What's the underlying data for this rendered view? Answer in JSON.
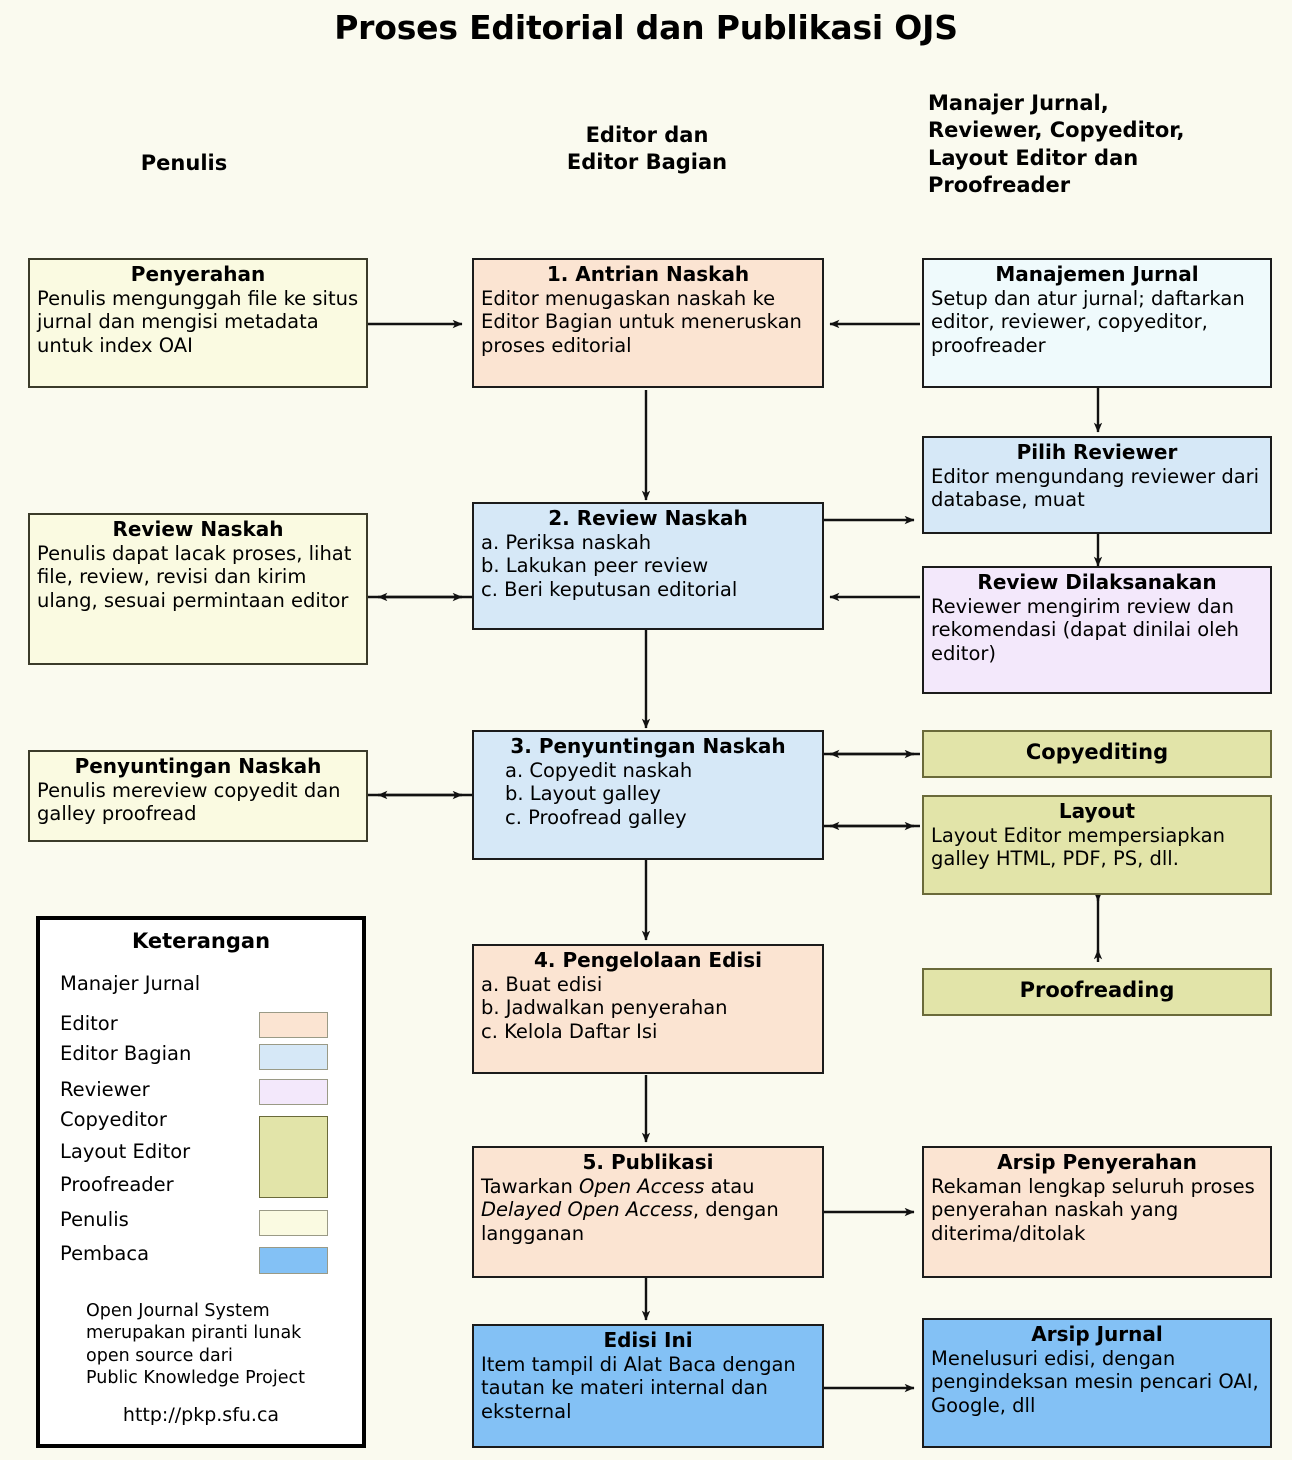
{
  "title": "Proses Editorial dan Publikasi OJS",
  "columns": {
    "author": "Penulis",
    "editor": "Editor dan\nEditor Bagian",
    "editor_l1": "Editor dan",
    "editor_l2": "Editor Bagian",
    "others_l1": "Manajer Jurnal,",
    "others_l2": "Reviewer, Copyeditor,",
    "others_l3": "Layout Editor dan",
    "others_l4": "Proofreader"
  },
  "nodes": {
    "penyerahan": {
      "title": "Penyerahan",
      "body": "Penulis mengunggah file ke situs jurnal dan mengisi metadata untuk index OAI"
    },
    "antrian": {
      "title": "1. Antrian Naskah",
      "body": "Editor menugaskan naskah ke Editor Bagian untuk meneruskan proses editorial"
    },
    "manajemen": {
      "title": "Manajemen Jurnal",
      "body": "Setup dan atur jurnal; daftarkan editor, reviewer, copyeditor, proofreader"
    },
    "pilih_reviewer": {
      "title": "Pilih Reviewer",
      "body": "Editor mengundang reviewer dari database, muat"
    },
    "review_naskah_penulis": {
      "title": "Review Naskah",
      "body": "Penulis dapat lacak proses, lihat file, review, revisi dan kirim ulang, sesuai permintaan editor"
    },
    "review_naskah": {
      "title": "2. Review Naskah",
      "items": [
        "a. Periksa naskah",
        "b. Lakukan peer review",
        "c. Beri keputusan editorial"
      ]
    },
    "review_dilaksanakan": {
      "title": "Review Dilaksanakan",
      "body": "Reviewer mengirim review dan rekomendasi (dapat dinilai oleh editor)"
    },
    "penyuntingan_penulis": {
      "title": "Penyuntingan Naskah",
      "body": "Penulis mereview copyedit dan galley proofread"
    },
    "penyuntingan": {
      "title": "3. Penyuntingan Naskah",
      "items": [
        "a. Copyedit naskah",
        "b. Layout galley",
        "c. Proofread galley"
      ]
    },
    "copyediting": {
      "title": "Copyediting"
    },
    "layout": {
      "title": "Layout",
      "body": "Layout Editor mempersiapkan galley HTML, PDF, PS, dll."
    },
    "proofreading": {
      "title": "Proofreading"
    },
    "pengelolaan": {
      "title": "4. Pengelolaan Edisi",
      "items": [
        "a. Buat edisi",
        "b. Jadwalkan penyerahan",
        "c. Kelola Daftar Isi"
      ]
    },
    "publikasi": {
      "title": "5. Publikasi",
      "body_pre": "Tawarkan ",
      "body_em1": "Open Access",
      "body_mid": " atau ",
      "body_em2": "Delayed Open Access",
      "body_post": ", dengan langganan"
    },
    "arsip_penyerahan": {
      "title": "Arsip Penyerahan",
      "body": "Rekaman lengkap seluruh proses penyerahan naskah yang diterima/ditolak"
    },
    "edisi_ini": {
      "title": "Edisi Ini",
      "body": "Item tampil di Alat Baca dengan tautan ke materi internal dan eksternal"
    },
    "arsip_jurnal": {
      "title": "Arsip Jurnal",
      "body": "Menelusuri edisi, dengan pengindeksan mesin pencari OAI, Google, dll"
    }
  },
  "legend": {
    "title": "Keterangan",
    "items": [
      {
        "label": "Manajer Jurnal",
        "color": null
      },
      {
        "label": "Editor",
        "color": "#FBE4D2"
      },
      {
        "label": "Editor Bagian",
        "color": "#D6E8F7"
      },
      {
        "label": "Reviewer",
        "color": "#F3E8FB"
      },
      {
        "label": "Copyeditor",
        "color": "#E2E4A9"
      },
      {
        "label": "Layout Editor",
        "color": "#E2E4A9"
      },
      {
        "label": "Proofreader",
        "color": "#E2E4A9"
      },
      {
        "label": "Penulis",
        "color": "#FAFAE1"
      },
      {
        "label": "Pembaca",
        "color": "#83C1F5"
      }
    ],
    "note_l1": "Open Journal System",
    "note_l2": "merupakan piranti lunak",
    "note_l3": "open source dari",
    "note_l4": "Public Knowledge Project",
    "url": "http://pkp.sfu.ca"
  }
}
